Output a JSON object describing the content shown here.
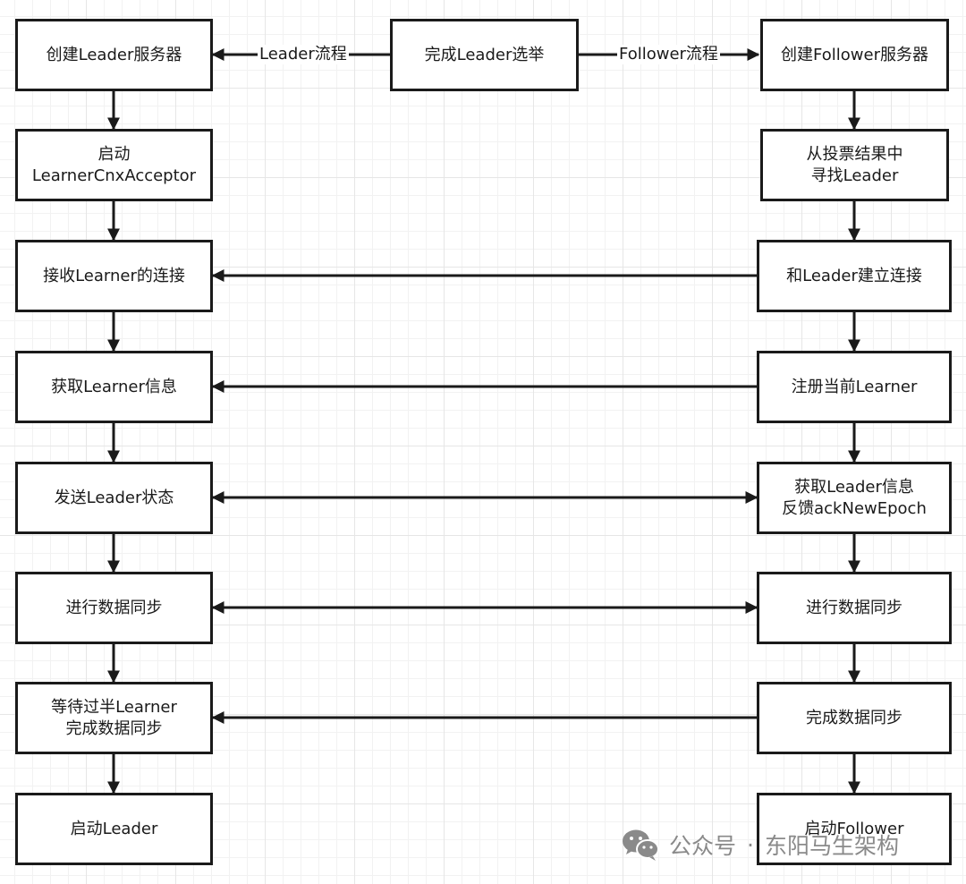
{
  "colors": {
    "line": "#1a1a1a",
    "box_border": "#1a1a1a",
    "watermark": "#8a8a8a"
  },
  "diagram": {
    "center": {
      "elect": "完成Leader选举"
    },
    "edge_labels": {
      "leader_flow": "Leader流程",
      "follower_flow": "Follower流程"
    },
    "leader": {
      "create": "创建Leader服务器",
      "start_acceptor": "启动\nLearnerCnxAcceptor",
      "accept_conn": "接收Learner的连接",
      "get_info": "获取Learner信息",
      "send_state": "发送Leader状态",
      "sync": "进行数据同步",
      "wait_quorum": "等待过半Learner\n完成数据同步",
      "start": "启动Leader"
    },
    "follower": {
      "create": "创建Follower服务器",
      "find_leader": "从投票结果中\n寻找Leader",
      "connect": "和Leader建立连接",
      "register": "注册当前Learner",
      "get_info": "获取Leader信息\n反馈ackNewEpoch",
      "sync": "进行数据同步",
      "sync_done": "完成数据同步",
      "start": "启动Follower"
    }
  },
  "watermark": {
    "icon": "wechat-icon",
    "account_type": "公众号",
    "separator": "·",
    "account_name": "东阳马生架构"
  }
}
